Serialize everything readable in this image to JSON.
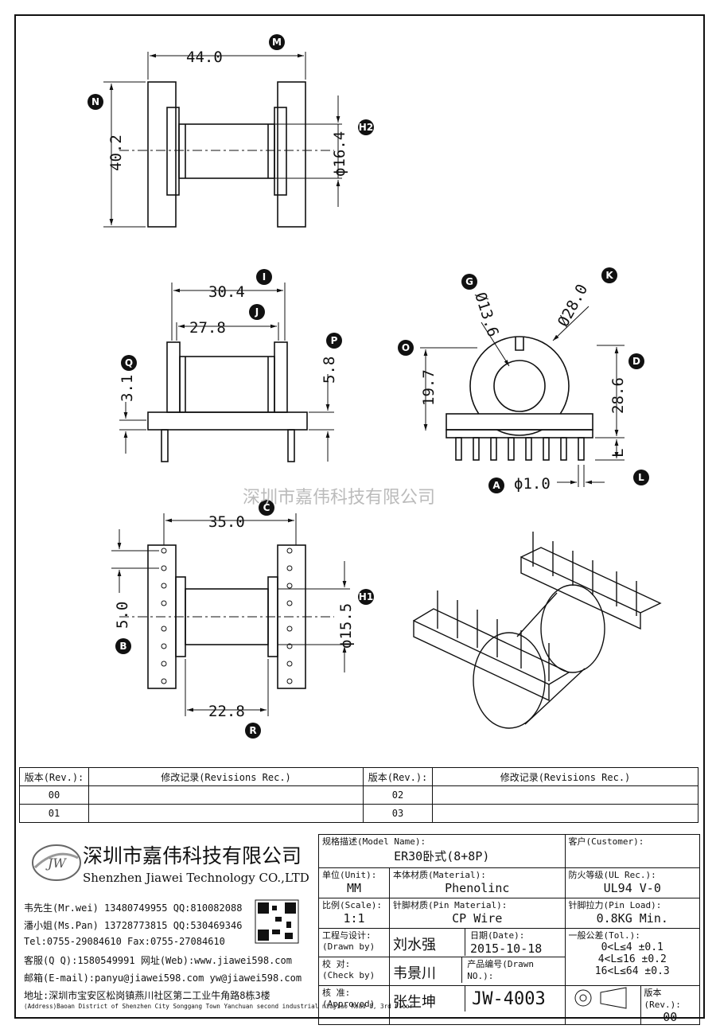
{
  "dimensions": {
    "m": "44.0",
    "n": "40.2",
    "h2": "ϕ16.4",
    "i": "30.4",
    "j": "27.8",
    "p": "5.8",
    "q": "3.1",
    "g": "Ø13.6",
    "k": "Ø28.0",
    "o": "19.7",
    "d": "28.6",
    "l": "L",
    "a": "ϕ1.0",
    "c": "35.0",
    "b": "5.0",
    "h1": "ϕ15.5",
    "r": "22.8"
  },
  "markers": [
    "M",
    "N",
    "H2",
    "I",
    "J",
    "P",
    "Q",
    "G",
    "K",
    "O",
    "D",
    "L",
    "A",
    "C",
    "B",
    "H1",
    "R"
  ],
  "watermark": "深圳市嘉伟科技有限公司",
  "revision_table": {
    "headers": {
      "rev": "版本(Rev.):",
      "rec": "修改记录(Revisions Rec.)"
    },
    "rows": [
      [
        "00",
        "",
        "02",
        ""
      ],
      [
        "01",
        "",
        "03",
        ""
      ]
    ]
  },
  "company": {
    "logo_text": "JW",
    "name_cn": "深圳市嘉伟科技有限公司",
    "name_en": "Shenzhen Jiawei Technology CO.,LTD",
    "contacts": [
      "韦先生(Mr.wei) 13480749955 QQ:810082088",
      "潘小姐(Ms.Pan) 13728773815 QQ:530469346",
      "Tel:0755-29084610    Fax:0755-27084610",
      "客服(Q Q):1580549991   网址(Web):www.jiawei598.com",
      "邮箱(E-mail):panyu@jiawei598.com  yw@jiawei598.com",
      "地址:深圳市宝安区松岗镇燕川社区第二工业牛角路8栋3楼"
    ],
    "address_en": "(Address)Baoan District of Shenzhen City Songgang Town Yanchuan  second industrial niujiao Road 8, 3rd Floor"
  },
  "title_block": {
    "model_label": "规格描述(Model Name):",
    "model_value": "ER30卧式(8+8P)",
    "customer_label": "客户(Customer):",
    "unit_label": "单位(Unit):",
    "unit_value": "MM",
    "material_label": "本体材质(Material):",
    "material_value": "Phenolinc",
    "ul_label": "防火等级(UL Rec.):",
    "ul_value": "UL94 V-0",
    "scale_label": "比例(Scale):",
    "scale_value": "1:1",
    "pin_material_label": "针脚材质(Pin Material):",
    "pin_material_value": "CP Wire",
    "pin_load_label": "针脚拉力(Pin Load):",
    "pin_load_value": "0.8KG Min.",
    "drawn_label": "工程与设计:",
    "drawn_sub": "(Drawn by)",
    "drawn_value": "刘水强",
    "date_label": "日期(Date):",
    "date_value": "2015-10-18",
    "tol_label": "一般公差(Tol.):",
    "tol_rows": [
      "0<L≤4    ±0.1",
      "4<L≤16   ±0.2",
      "16<L≤64  ±0.3"
    ],
    "check_label": "校  对:",
    "check_sub": "(Check by)",
    "check_value": "韦景川",
    "drawn_no_label": "产品编号(Drawn NO.):",
    "drawn_no_value": "JW-4003",
    "approve_label": "核  准:",
    "approve_sub": "(Approved)",
    "approve_value": "张生坤",
    "rev_label": "版本(Rev.):",
    "rev_value": "00"
  }
}
